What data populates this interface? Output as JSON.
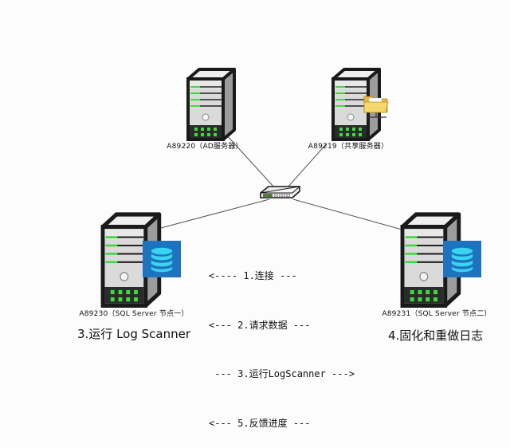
{
  "diagram": {
    "nodes": {
      "ad_server": {
        "label": "A89220（AD服务器）",
        "icon": "server-tower"
      },
      "share_server": {
        "label": "A89219（共享服务器）",
        "icon": "server-tower",
        "badge": "shared-folder"
      },
      "switch": {
        "label": "",
        "icon": "network-switch"
      },
      "sql_node1": {
        "label": "A89230（SQL Server 节点一）",
        "icon": "server-tower",
        "badge": "database"
      },
      "sql_node2": {
        "label": "A89231（SQL Server 节点二）",
        "icon": "server-tower",
        "badge": "database"
      }
    },
    "connections": [
      {
        "from": "ad_server",
        "to": "switch"
      },
      {
        "from": "share_server",
        "to": "switch"
      },
      {
        "from": "switch",
        "to": "sql_node1"
      },
      {
        "from": "switch",
        "to": "sql_node2"
      }
    ],
    "steps": [
      "<---- 1.连接 ---",
      "<--- 2.请求数据 ---",
      " --- 3.运行LogScanner --->",
      "<--- 5.反馈进度 ---"
    ],
    "captions": {
      "left": "3.运行  Log Scanner",
      "right": "4.固化和重做日志"
    },
    "colors": {
      "background": "#fcfcfc",
      "server_body": "#d9d9d9",
      "server_side": "#9a9a9a",
      "server_outline": "#1a1a1a",
      "led_green": "#3ddc3d",
      "db_badge": "#1e73be",
      "db_cylinder": "#38d4f0",
      "folder": "#f5d76e",
      "line": "#555555"
    }
  }
}
